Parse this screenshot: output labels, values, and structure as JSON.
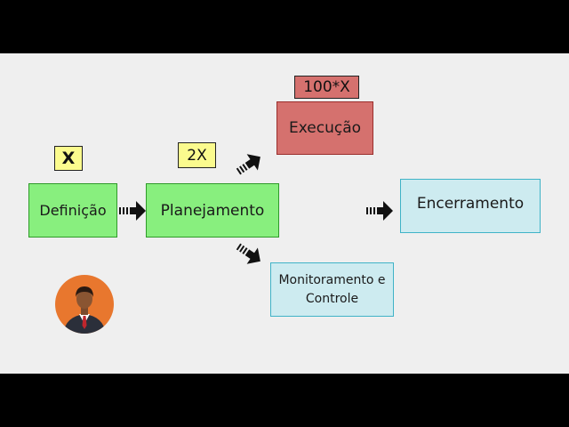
{
  "nodes": {
    "definicao": "Definição",
    "planejamento": "Planejamento",
    "execucao": "Execução",
    "monitoramento": "Monitoramento e Controle",
    "encerramento": "Encerramento"
  },
  "tags": {
    "definicao": "X",
    "planejamento": "2X",
    "execucao": "100*X"
  },
  "colors": {
    "green": "#88ef7e",
    "red": "#d5716e",
    "cyan": "#cdebf0",
    "yellow": "#fbfb8e",
    "avatar_bg": "#e8772e"
  },
  "icons": {
    "avatar": "businessman-icon",
    "arrow": "arrow-icon"
  }
}
